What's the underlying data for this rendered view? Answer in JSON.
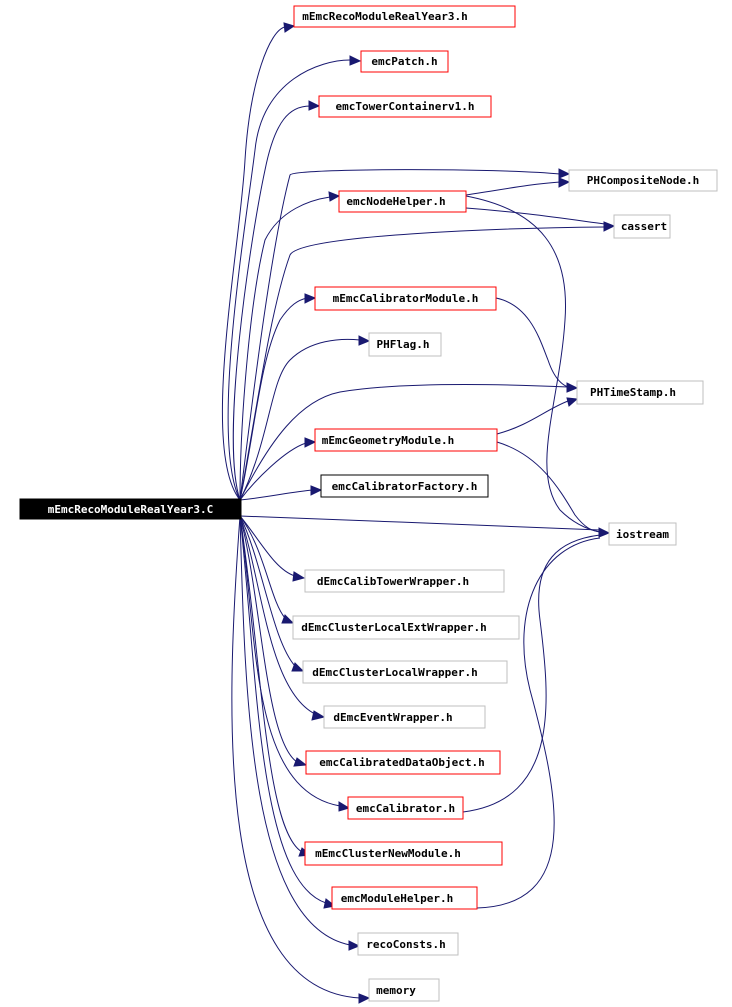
{
  "colors": {
    "edge": "#191970",
    "root_fill": "#000000",
    "root_text": "#ffffff",
    "documented_border": "#ff0000",
    "external_border": "#bfbfbf",
    "text": "#000000",
    "background": "#ffffff"
  },
  "root": {
    "id": "root",
    "label": "mEmcRecoModuleRealYear3.C"
  },
  "nodes": [
    {
      "id": "n_mreco_h",
      "label": "mEmcRecoModuleRealYear3.h",
      "kind": "documented"
    },
    {
      "id": "n_patch",
      "label": "emcPatch.h",
      "kind": "documented"
    },
    {
      "id": "n_towercont",
      "label": "emcTowerContainerv1.h",
      "kind": "documented"
    },
    {
      "id": "n_phcomposite",
      "label": "PHCompositeNode.h",
      "kind": "external"
    },
    {
      "id": "n_nodehelper",
      "label": "emcNodeHelper.h",
      "kind": "documented"
    },
    {
      "id": "n_cassert",
      "label": "cassert",
      "kind": "external"
    },
    {
      "id": "n_calibmodule",
      "label": "mEmcCalibratorModule.h",
      "kind": "documented"
    },
    {
      "id": "n_phflag",
      "label": "PHFlag.h",
      "kind": "external"
    },
    {
      "id": "n_phtimestamp",
      "label": "PHTimeStamp.h",
      "kind": "external"
    },
    {
      "id": "n_geommodule",
      "label": "mEmcGeometryModule.h",
      "kind": "documented"
    },
    {
      "id": "n_calibfactory",
      "label": "emcCalibratorFactory.h",
      "kind": "plain"
    },
    {
      "id": "n_iostream",
      "label": "iostream",
      "kind": "external"
    },
    {
      "id": "n_calibtower",
      "label": "dEmcCalibTowerWrapper.h",
      "kind": "external"
    },
    {
      "id": "n_clusterlocalext",
      "label": "dEmcClusterLocalExtWrapper.h",
      "kind": "external"
    },
    {
      "id": "n_clusterlocal",
      "label": "dEmcClusterLocalWrapper.h",
      "kind": "external"
    },
    {
      "id": "n_eventwrapper",
      "label": "dEmcEventWrapper.h",
      "kind": "external"
    },
    {
      "id": "n_calibdata",
      "label": "emcCalibratedDataObject.h",
      "kind": "documented"
    },
    {
      "id": "n_calibrator",
      "label": "emcCalibrator.h",
      "kind": "documented"
    },
    {
      "id": "n_clusternew",
      "label": "mEmcClusterNewModule.h",
      "kind": "documented"
    },
    {
      "id": "n_modulehelper",
      "label": "emcModuleHelper.h",
      "kind": "documented"
    },
    {
      "id": "n_recoconsts",
      "label": "recoConsts.h",
      "kind": "external"
    },
    {
      "id": "n_memory",
      "label": "memory",
      "kind": "external"
    }
  ]
}
